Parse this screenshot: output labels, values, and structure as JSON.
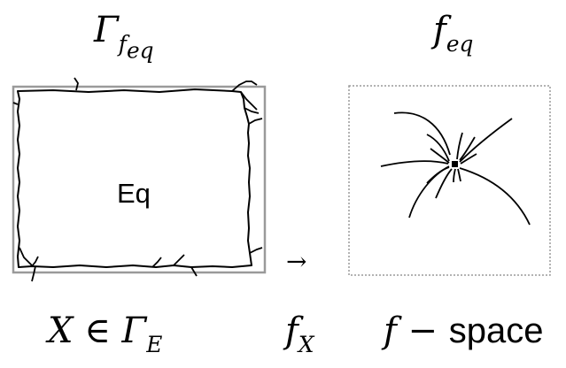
{
  "top_labels": {
    "left": {
      "base": "Γ",
      "sub": "f",
      "subsub": "eq"
    },
    "right": {
      "base": "f",
      "sub": "eq"
    }
  },
  "left_panel": {
    "region_label": "Eq"
  },
  "arrow": {
    "glyph": "→"
  },
  "bottom_labels": {
    "x_var": "X",
    "element_of": "∈",
    "gamma": "Γ",
    "gamma_sub": "E",
    "f_x_base": "f",
    "f_x_sub": "X",
    "f_var": "f",
    "minus": "−",
    "space_word": "space"
  }
}
